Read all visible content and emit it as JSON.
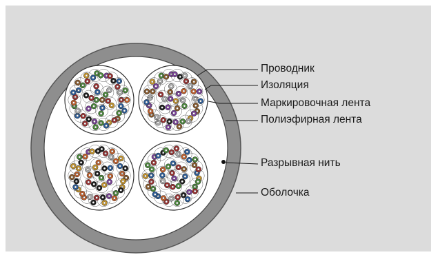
{
  "labels": {
    "conductor": "Проводник",
    "insulation": "Изоляция",
    "marker_tape": "Маркировочная лента",
    "polyester_tape": "Полиэфирная лента",
    "ripcord": "Разрывная нить",
    "sheath": "Оболочка"
  },
  "colors": {
    "background": "#dcdcdc",
    "sheath": "#8e8e8e",
    "core_fill": "#ffffff",
    "conductor": "#ffffff",
    "leader_line": "#1a1a1a",
    "wire_palette": [
      "#8a5a2b",
      "#c8962b",
      "#4a8a3a",
      "#7a3f99",
      "#1a1a1a",
      "#9a2f2f",
      "#b0b0b0",
      "#c4602a",
      "#2a5c9a"
    ]
  },
  "structure": {
    "binder_groups": 4,
    "pairs_per_group": 25
  }
}
